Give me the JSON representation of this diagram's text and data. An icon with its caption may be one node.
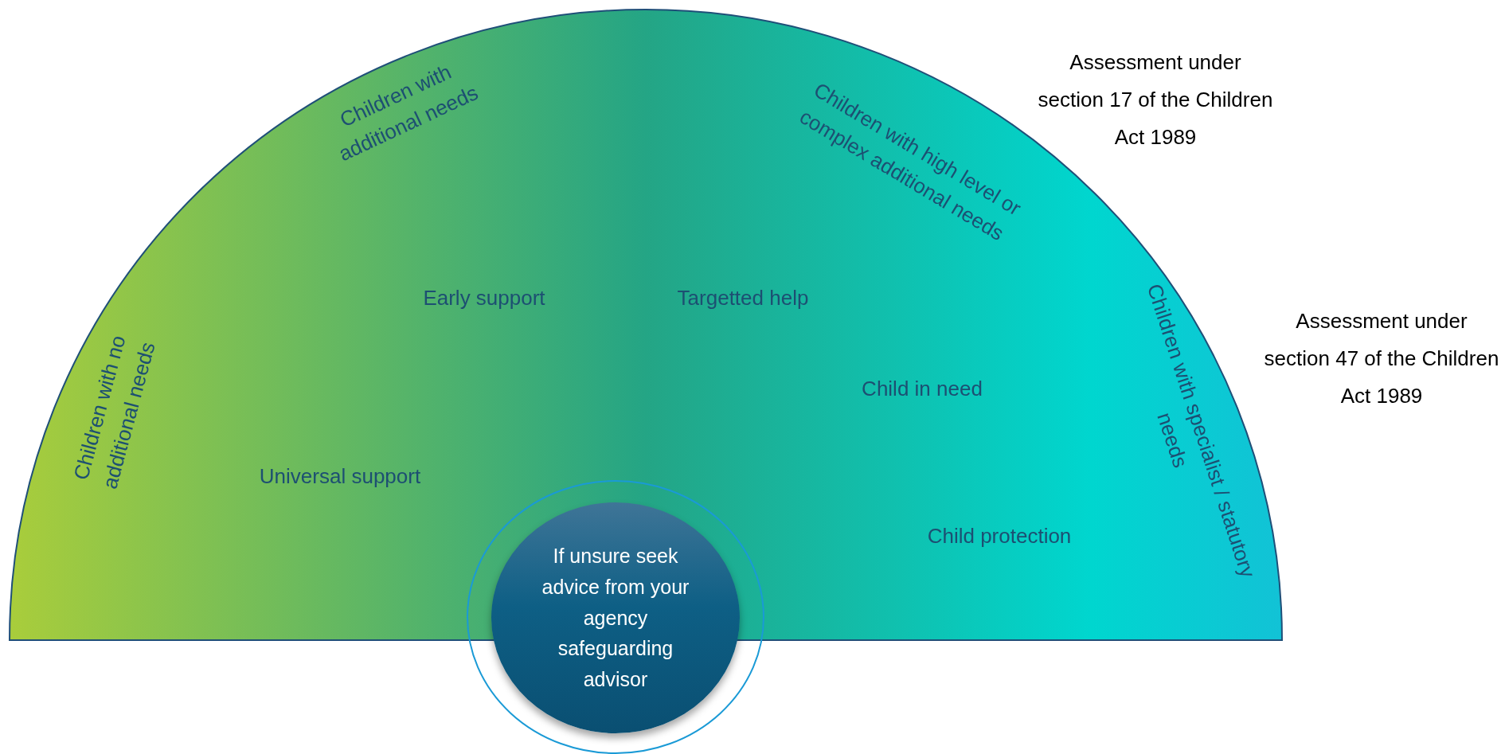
{
  "diagram": {
    "nodes": [
      {
        "text": [
          "Children with additional needs",
          "Children with high level  or complex additional needs",
          "Children with no additional needs",
          "Early support",
          "Targetted help",
          "Children with specialist / statutory needs",
          "Child in need",
          "Universal support",
          "Child protection"
        ]
      },
      {
        "text": [
          "If unsure seek advice from your agency safeguarding advisor"
        ]
      }
    ],
    "edges": [],
    "labels": [
      "Assessment under section 17 of the Children Act 1989",
      "Assessment under section 47 of the Children Act 1989"
    ]
  }
}
